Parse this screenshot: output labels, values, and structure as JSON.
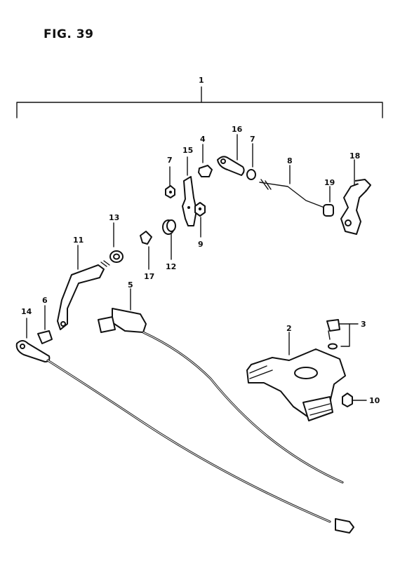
{
  "figure": {
    "title": "FIG. 39"
  },
  "callouts": {
    "c1": "1",
    "c2": "2",
    "c3": "3",
    "c4": "4",
    "c5": "5",
    "c6": "6",
    "c7a": "7",
    "c7b": "7",
    "c8": "8",
    "c9": "9",
    "c10": "10",
    "c11": "11",
    "c12": "12",
    "c13": "13",
    "c14": "14",
    "c15": "15",
    "c16": "16",
    "c17": "17",
    "c18": "18",
    "c19": "19"
  }
}
